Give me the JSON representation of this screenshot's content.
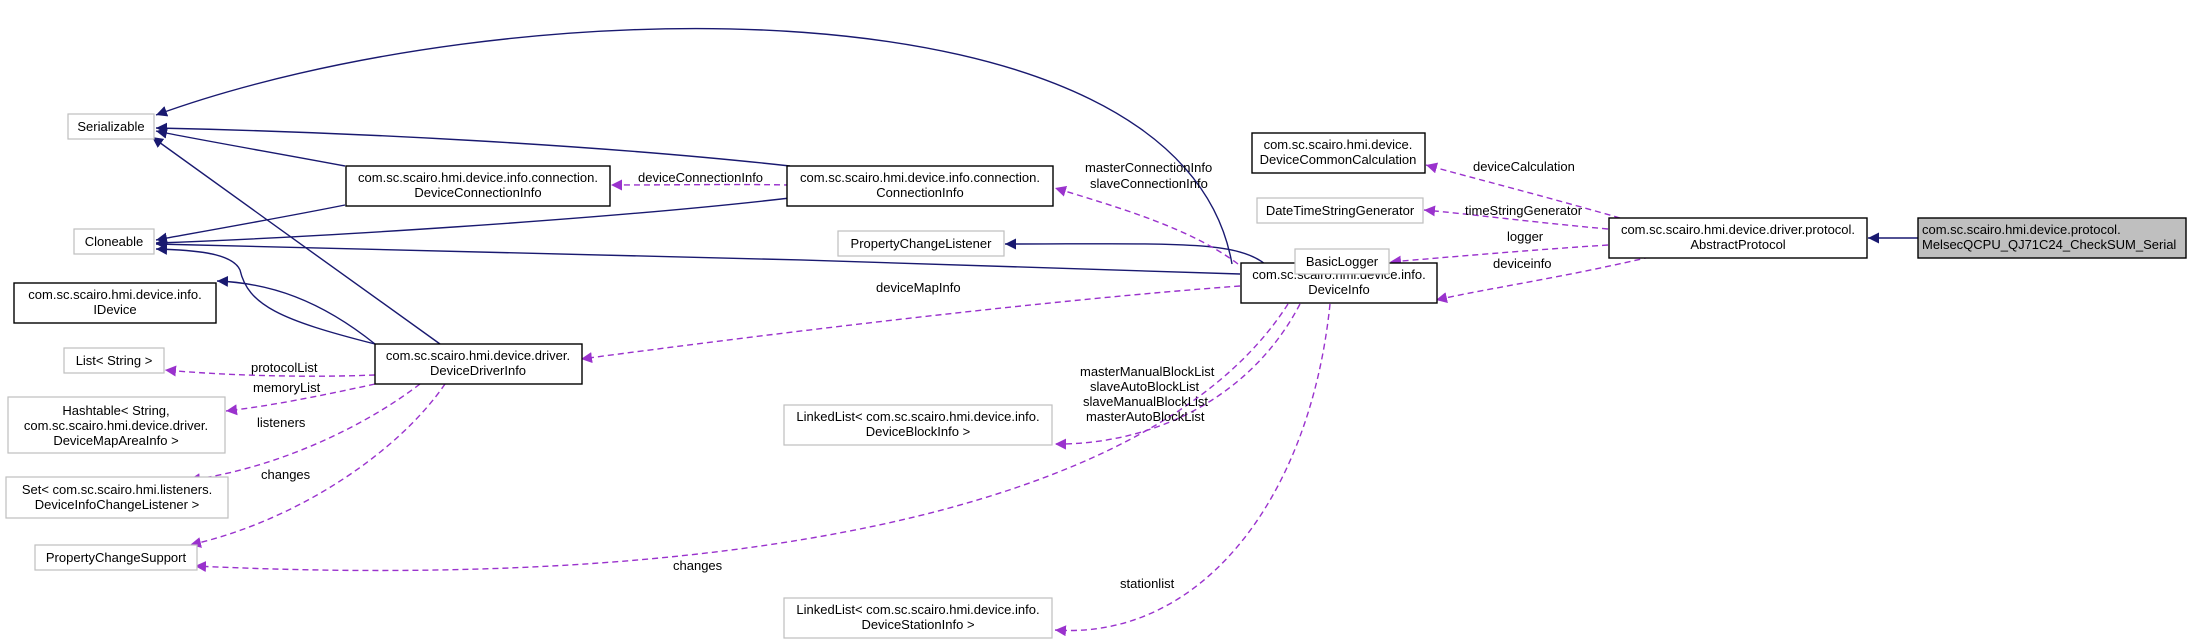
{
  "nodes": {
    "serializable": {
      "lines": [
        "Serializable"
      ]
    },
    "cloneable": {
      "lines": [
        "Cloneable"
      ]
    },
    "idevice": {
      "lines": [
        "com.sc.scairo.hmi.device.info.",
        "IDevice"
      ]
    },
    "list_string": {
      "lines": [
        "List< String >"
      ]
    },
    "hashtable": {
      "lines": [
        "Hashtable< String,",
        "com.sc.scairo.hmi.device.driver.",
        "DeviceMapAreaInfo >"
      ]
    },
    "set_listener": {
      "lines": [
        "Set< com.sc.scairo.hmi.listeners.",
        "DeviceInfoChangeListener >"
      ]
    },
    "property_change_support": {
      "lines": [
        "PropertyChangeSupport"
      ]
    },
    "device_connection_info": {
      "lines": [
        "com.sc.scairo.hmi.device.info.connection.",
        "DeviceConnectionInfo"
      ]
    },
    "connection_info": {
      "lines": [
        "com.sc.scairo.hmi.device.info.connection.",
        "ConnectionInfo"
      ]
    },
    "device_driver_info": {
      "lines": [
        "com.sc.scairo.hmi.device.driver.",
        "DeviceDriverInfo"
      ]
    },
    "property_change_listener": {
      "lines": [
        "PropertyChangeListener"
      ]
    },
    "device_info": {
      "lines": [
        "com.sc.scairo.hmi.device.info.",
        "DeviceInfo"
      ]
    },
    "linked_block": {
      "lines": [
        "LinkedList< com.sc.scairo.hmi.device.info.",
        "DeviceBlockInfo >"
      ]
    },
    "linked_station": {
      "lines": [
        "LinkedList< com.sc.scairo.hmi.device.info.",
        "DeviceStationInfo >"
      ]
    },
    "device_common_calc": {
      "lines": [
        "com.sc.scairo.hmi.device.",
        "DeviceCommonCalculation"
      ]
    },
    "datetime_gen": {
      "lines": [
        "DateTimeStringGenerator"
      ]
    },
    "basic_logger": {
      "lines": [
        "BasicLogger"
      ]
    },
    "abstract_protocol": {
      "lines": [
        "com.sc.scairo.hmi.device.driver.protocol.",
        "AbstractProtocol"
      ]
    },
    "melsec": {
      "lines": [
        "com.sc.scairo.hmi.device.protocol.",
        "MelsecQCPU_QJ71C24_CheckSUM_Serial"
      ]
    }
  },
  "edge_labels": {
    "device_connection_info": [
      "deviceConnectionInfo"
    ],
    "master_slave_connection": [
      "masterConnectionInfo",
      "slaveConnectionInfo"
    ],
    "device_calculation": [
      "deviceCalculation"
    ],
    "time_string_generator": [
      "timeStringGenerator"
    ],
    "logger": [
      "logger"
    ],
    "deviceinfo": [
      "deviceinfo"
    ],
    "device_map_info": [
      "deviceMapInfo"
    ],
    "protocol_list": [
      "protocolList"
    ],
    "memory_list": [
      "memoryList"
    ],
    "listeners": [
      "listeners"
    ],
    "changes_driver": [
      "changes"
    ],
    "block_lists": [
      "masterManualBlockList",
      "slaveAutoBlockList",
      "slaveManualBlockList",
      "masterAutoBlockList"
    ],
    "changes_info": [
      "changes"
    ],
    "stationlist": [
      "stationlist"
    ]
  },
  "colors": {
    "inheritance": "#191970",
    "usage": "#9a32cd",
    "focus_fill": "#bfbfbf",
    "light_border": "#bfbfbf"
  }
}
